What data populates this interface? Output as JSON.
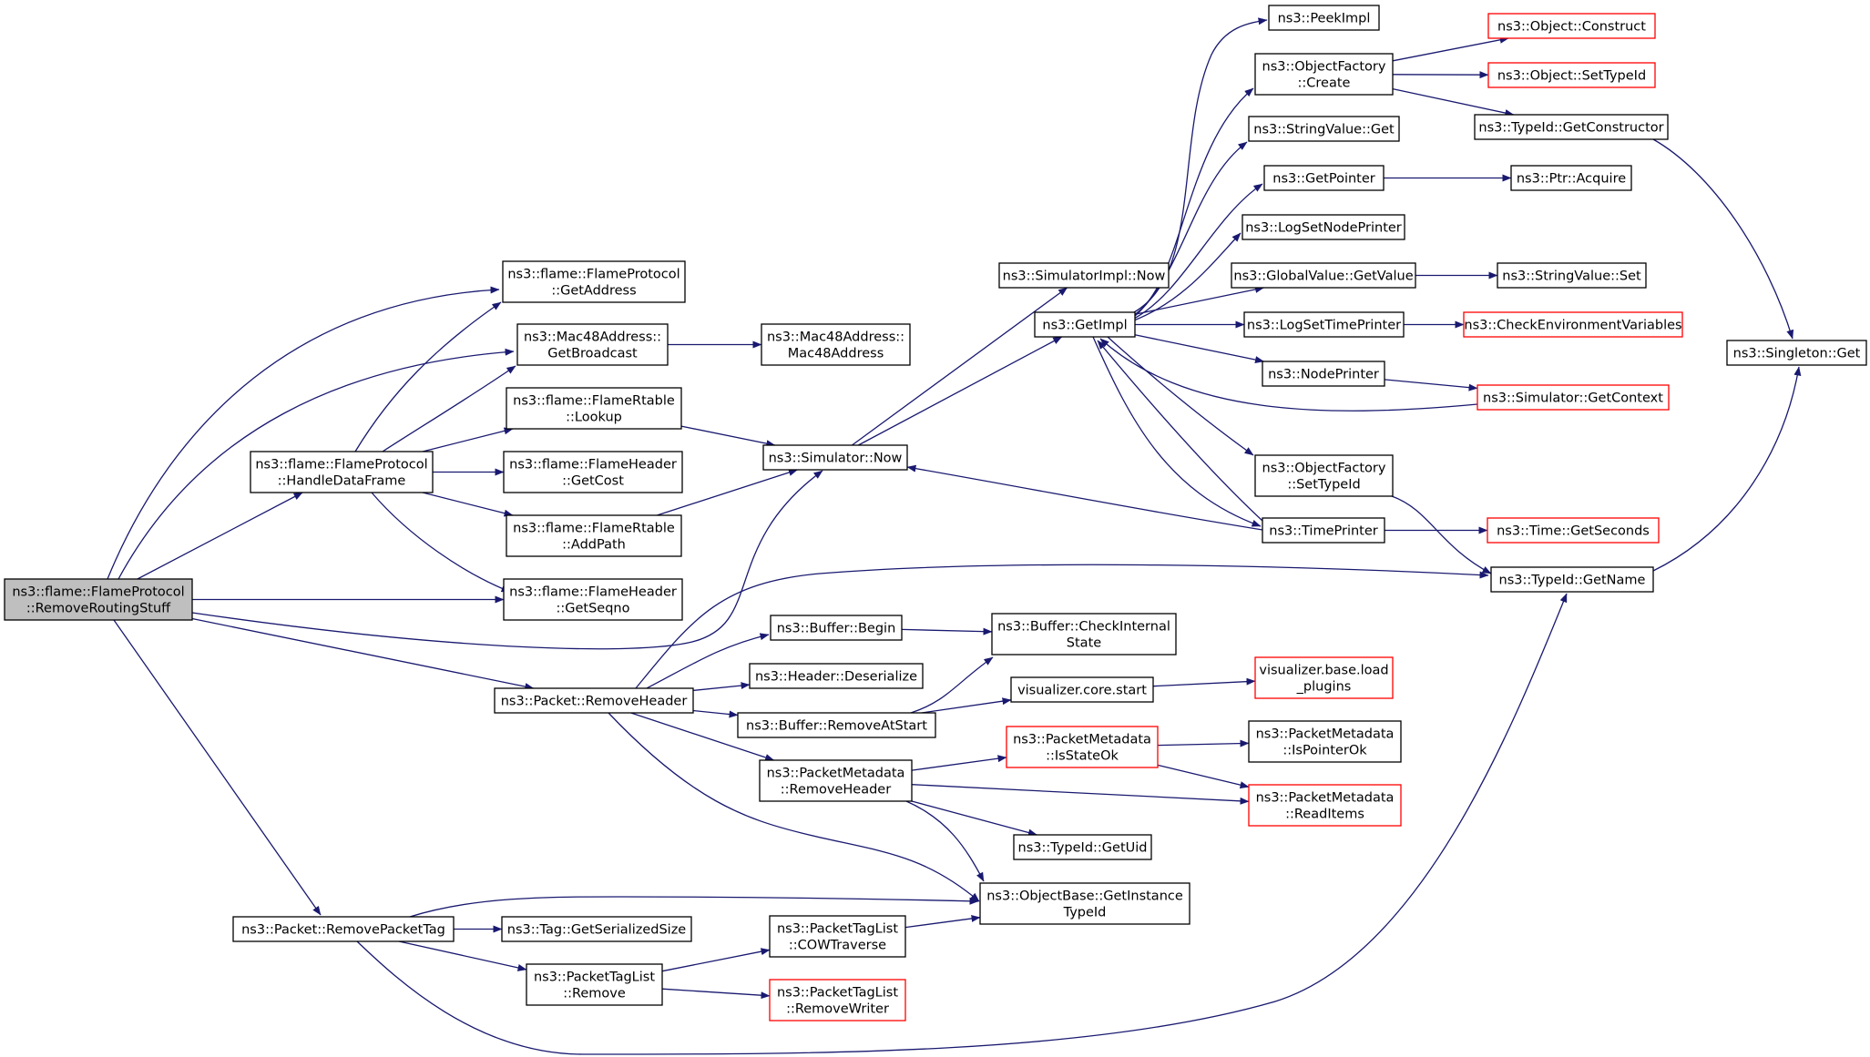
{
  "colors": {
    "edge": "#191970",
    "node_border": "#000000",
    "truncated_border": "#ff0000",
    "root_fill": "#bfbfbf",
    "node_fill": "#ffffff"
  },
  "nodes": [
    {
      "id": "root",
      "lines": [
        "ns3::flame::FlameProtocol",
        "::RemoveRoutingStuff"
      ],
      "style": "root"
    },
    {
      "id": "handleData",
      "lines": [
        "ns3::flame::FlameProtocol",
        "::HandleDataFrame"
      ],
      "style": "normal"
    },
    {
      "id": "getAddress",
      "lines": [
        "ns3::flame::FlameProtocol",
        "::GetAddress"
      ],
      "style": "normal"
    },
    {
      "id": "getBroadcast",
      "lines": [
        "ns3::Mac48Address::",
        "GetBroadcast"
      ],
      "style": "normal"
    },
    {
      "id": "mac48",
      "lines": [
        "ns3::Mac48Address::",
        "Mac48Address"
      ],
      "style": "normal"
    },
    {
      "id": "lookup",
      "lines": [
        "ns3::flame::FlameRtable",
        "::Lookup"
      ],
      "style": "normal"
    },
    {
      "id": "getCost",
      "lines": [
        "ns3::flame::FlameHeader",
        "::GetCost"
      ],
      "style": "normal"
    },
    {
      "id": "addPath",
      "lines": [
        "ns3::flame::FlameRtable",
        "::AddPath"
      ],
      "style": "normal"
    },
    {
      "id": "getSeqno",
      "lines": [
        "ns3::flame::FlameHeader",
        "::GetSeqno"
      ],
      "style": "normal"
    },
    {
      "id": "simNow",
      "lines": [
        "ns3::Simulator::Now"
      ],
      "style": "normal"
    },
    {
      "id": "simImplNow",
      "lines": [
        "ns3::SimulatorImpl::Now"
      ],
      "style": "normal"
    },
    {
      "id": "getImpl",
      "lines": [
        "ns3::GetImpl"
      ],
      "style": "normal"
    },
    {
      "id": "peekImpl",
      "lines": [
        "ns3::PeekImpl"
      ],
      "style": "normal"
    },
    {
      "id": "ofCreate",
      "lines": [
        "ns3::ObjectFactory",
        "::Create"
      ],
      "style": "normal"
    },
    {
      "id": "objConstruct",
      "lines": [
        "ns3::Object::Construct"
      ],
      "style": "truncated"
    },
    {
      "id": "objSetTypeId",
      "lines": [
        "ns3::Object::SetTypeId"
      ],
      "style": "truncated"
    },
    {
      "id": "getConstructor",
      "lines": [
        "ns3::TypeId::GetConstructor"
      ],
      "style": "normal"
    },
    {
      "id": "stringValueGet",
      "lines": [
        "ns3::StringValue::Get"
      ],
      "style": "normal"
    },
    {
      "id": "getPointer",
      "lines": [
        "ns3::GetPointer"
      ],
      "style": "normal"
    },
    {
      "id": "ptrAcquire",
      "lines": [
        "ns3::Ptr::Acquire"
      ],
      "style": "normal"
    },
    {
      "id": "logSetNodePrinter",
      "lines": [
        "ns3::LogSetNodePrinter"
      ],
      "style": "normal"
    },
    {
      "id": "gvGetValue",
      "lines": [
        "ns3::GlobalValue::GetValue"
      ],
      "style": "normal"
    },
    {
      "id": "stringValueSet",
      "lines": [
        "ns3::StringValue::Set"
      ],
      "style": "normal"
    },
    {
      "id": "logSetTimePrinter",
      "lines": [
        "ns3::LogSetTimePrinter"
      ],
      "style": "normal"
    },
    {
      "id": "checkEnv",
      "lines": [
        "ns3::CheckEnvironmentVariables"
      ],
      "style": "truncated"
    },
    {
      "id": "nodePrinter",
      "lines": [
        "ns3::NodePrinter"
      ],
      "style": "normal"
    },
    {
      "id": "simGetContext",
      "lines": [
        "ns3::Simulator::GetContext"
      ],
      "style": "truncated"
    },
    {
      "id": "singletonGet",
      "lines": [
        "ns3::Singleton::Get"
      ],
      "style": "normal"
    },
    {
      "id": "ofSetTypeId",
      "lines": [
        "ns3::ObjectFactory",
        "::SetTypeId"
      ],
      "style": "normal"
    },
    {
      "id": "timePrinter",
      "lines": [
        "ns3::TimePrinter"
      ],
      "style": "normal"
    },
    {
      "id": "timeGetSeconds",
      "lines": [
        "ns3::Time::GetSeconds"
      ],
      "style": "truncated"
    },
    {
      "id": "typeIdGetName",
      "lines": [
        "ns3::TypeId::GetName"
      ],
      "style": "normal"
    },
    {
      "id": "bufferBegin",
      "lines": [
        "ns3::Buffer::Begin"
      ],
      "style": "normal"
    },
    {
      "id": "bufferCheck",
      "lines": [
        "ns3::Buffer::CheckInternal",
        "State"
      ],
      "style": "normal"
    },
    {
      "id": "headerDeserialize",
      "lines": [
        "ns3::Header::Deserialize"
      ],
      "style": "normal"
    },
    {
      "id": "vizStart",
      "lines": [
        "visualizer.core.start"
      ],
      "style": "normal"
    },
    {
      "id": "vizLoadPlugins",
      "lines": [
        "visualizer.base.load",
        "_plugins"
      ],
      "style": "truncated"
    },
    {
      "id": "packetRemoveHeader",
      "lines": [
        "ns3::Packet::RemoveHeader"
      ],
      "style": "normal"
    },
    {
      "id": "bufferRemoveAtStart",
      "lines": [
        "ns3::Buffer::RemoveAtStart"
      ],
      "style": "normal"
    },
    {
      "id": "pmIsStateOk",
      "lines": [
        "ns3::PacketMetadata",
        "::IsStateOk"
      ],
      "style": "truncated"
    },
    {
      "id": "pmIsPointerOk",
      "lines": [
        "ns3::PacketMetadata",
        "::IsPointerOk"
      ],
      "style": "normal"
    },
    {
      "id": "pmRemoveHeader",
      "lines": [
        "ns3::PacketMetadata",
        "::RemoveHeader"
      ],
      "style": "normal"
    },
    {
      "id": "pmReadItems",
      "lines": [
        "ns3::PacketMetadata",
        "::ReadItems"
      ],
      "style": "truncated"
    },
    {
      "id": "typeIdGetUid",
      "lines": [
        "ns3::TypeId::GetUid"
      ],
      "style": "normal"
    },
    {
      "id": "objGetInstanceTypeId",
      "lines": [
        "ns3::ObjectBase::GetInstance",
        "TypeId"
      ],
      "style": "normal"
    },
    {
      "id": "packetRemovePacketTag",
      "lines": [
        "ns3::Packet::RemovePacketTag"
      ],
      "style": "normal"
    },
    {
      "id": "tagGetSerializedSize",
      "lines": [
        "ns3::Tag::GetSerializedSize"
      ],
      "style": "normal"
    },
    {
      "id": "ptlCowTraverse",
      "lines": [
        "ns3::PacketTagList",
        "::COWTraverse"
      ],
      "style": "normal"
    },
    {
      "id": "ptlRemove",
      "lines": [
        "ns3::PacketTagList",
        "::Remove"
      ],
      "style": "normal"
    },
    {
      "id": "ptlRemoveWriter",
      "lines": [
        "ns3::PacketTagList",
        "::RemoveWriter"
      ],
      "style": "truncated"
    }
  ],
  "edges": [
    [
      "root",
      "getAddress"
    ],
    [
      "root",
      "getBroadcast"
    ],
    [
      "root",
      "handleData"
    ],
    [
      "root",
      "getSeqno"
    ],
    [
      "root",
      "simNow"
    ],
    [
      "root",
      "packetRemoveHeader"
    ],
    [
      "root",
      "packetRemovePacketTag"
    ],
    [
      "handleData",
      "getAddress"
    ],
    [
      "handleData",
      "getBroadcast"
    ],
    [
      "handleData",
      "lookup"
    ],
    [
      "handleData",
      "getCost"
    ],
    [
      "handleData",
      "addPath"
    ],
    [
      "handleData",
      "getSeqno"
    ],
    [
      "getBroadcast",
      "mac48"
    ],
    [
      "lookup",
      "simNow"
    ],
    [
      "addPath",
      "simNow"
    ],
    [
      "simNow",
      "simImplNow"
    ],
    [
      "simNow",
      "getImpl"
    ],
    [
      "getImpl",
      "peekImpl"
    ],
    [
      "getImpl",
      "ofCreate"
    ],
    [
      "getImpl",
      "stringValueGet"
    ],
    [
      "getImpl",
      "getPointer"
    ],
    [
      "getImpl",
      "logSetNodePrinter"
    ],
    [
      "getImpl",
      "gvGetValue"
    ],
    [
      "getImpl",
      "logSetTimePrinter"
    ],
    [
      "getImpl",
      "nodePrinter"
    ],
    [
      "getImpl",
      "ofSetTypeId"
    ],
    [
      "getImpl",
      "timePrinter"
    ],
    [
      "ofCreate",
      "objConstruct"
    ],
    [
      "ofCreate",
      "objSetTypeId"
    ],
    [
      "ofCreate",
      "getConstructor"
    ],
    [
      "getConstructor",
      "singletonGet"
    ],
    [
      "getPointer",
      "ptrAcquire"
    ],
    [
      "gvGetValue",
      "stringValueSet"
    ],
    [
      "logSetTimePrinter",
      "checkEnv"
    ],
    [
      "nodePrinter",
      "simGetContext"
    ],
    [
      "simGetContext",
      "getImpl"
    ],
    [
      "ofSetTypeId",
      "typeIdGetName"
    ],
    [
      "timePrinter",
      "getImpl"
    ],
    [
      "timePrinter",
      "simNow"
    ],
    [
      "timePrinter",
      "timeGetSeconds"
    ],
    [
      "typeIdGetName",
      "singletonGet"
    ],
    [
      "packetRemoveHeader",
      "typeIdGetName"
    ],
    [
      "packetRemoveHeader",
      "bufferBegin"
    ],
    [
      "packetRemoveHeader",
      "headerDeserialize"
    ],
    [
      "packetRemoveHeader",
      "bufferRemoveAtStart"
    ],
    [
      "packetRemoveHeader",
      "pmRemoveHeader"
    ],
    [
      "packetRemoveHeader",
      "objGetInstanceTypeId"
    ],
    [
      "bufferBegin",
      "bufferCheck"
    ],
    [
      "bufferRemoveAtStart",
      "bufferCheck"
    ],
    [
      "bufferRemoveAtStart",
      "vizStart"
    ],
    [
      "vizStart",
      "vizLoadPlugins"
    ],
    [
      "pmRemoveHeader",
      "pmIsStateOk"
    ],
    [
      "pmRemoveHeader",
      "pmReadItems"
    ],
    [
      "pmRemoveHeader",
      "typeIdGetUid"
    ],
    [
      "pmRemoveHeader",
      "objGetInstanceTypeId"
    ],
    [
      "pmIsStateOk",
      "pmIsPointerOk"
    ],
    [
      "pmIsStateOk",
      "pmReadItems"
    ],
    [
      "packetRemovePacketTag",
      "objGetInstanceTypeId"
    ],
    [
      "packetRemovePacketTag",
      "tagGetSerializedSize"
    ],
    [
      "packetRemovePacketTag",
      "ptlRemove"
    ],
    [
      "packetRemovePacketTag",
      "typeIdGetName"
    ],
    [
      "ptlCowTraverse",
      "objGetInstanceTypeId"
    ],
    [
      "ptlRemove",
      "ptlCowTraverse"
    ],
    [
      "ptlRemove",
      "ptlRemoveWriter"
    ]
  ]
}
